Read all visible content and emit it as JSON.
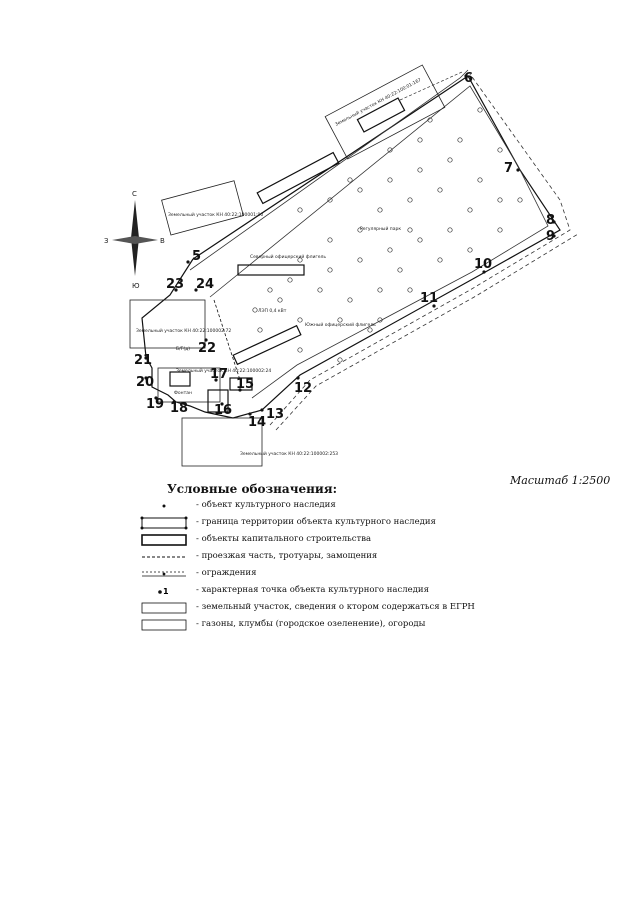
{
  "map": {
    "scale_label": "Масштаб 1:2500",
    "compass": {
      "north": "С",
      "south": "Ю",
      "west": "З",
      "east": "В"
    },
    "points": [
      "5",
      "6",
      "7",
      "8",
      "9",
      "10",
      "11",
      "12",
      "13",
      "14",
      "15",
      "16",
      "17",
      "18",
      "19",
      "20",
      "21",
      "22",
      "23",
      "24"
    ],
    "labels": {
      "parcel_nw": "Земельный участок КН 40:22:100001:90",
      "parcel_top": "Земельный участок КН 40:22:100:01:167",
      "regular_park": "Регулярный парк",
      "north_pavilion": "Северный офицерский флигель",
      "south_pavilion": "Южный офицерский флигель",
      "power_line": "ЛЭП 0,4 кВт",
      "parcel_west": "Земельный участок КН 40:22:100002:72",
      "parcel_mid": "Земельный участок КН 40:22:100002:24",
      "parcel_south": "Земельный участок КН 40:22:100002:253",
      "fountain": "Фонтан",
      "small_label": "Б/Г(д)"
    }
  },
  "legend": {
    "title": "Условные обозначения:",
    "items": [
      "- объект культурного наследия",
      "- граница территории объекта культурного наследия",
      "- объекты капитального строительства",
      "- проезжая часть, тротуары, замощения",
      "- ограждения",
      "- характерная точка объекта культурного наследия",
      "- земельный участок, сведения о ктором содержаться в ЕГРН",
      "- газоны, клумбы (городское озеленение), огороды"
    ]
  }
}
